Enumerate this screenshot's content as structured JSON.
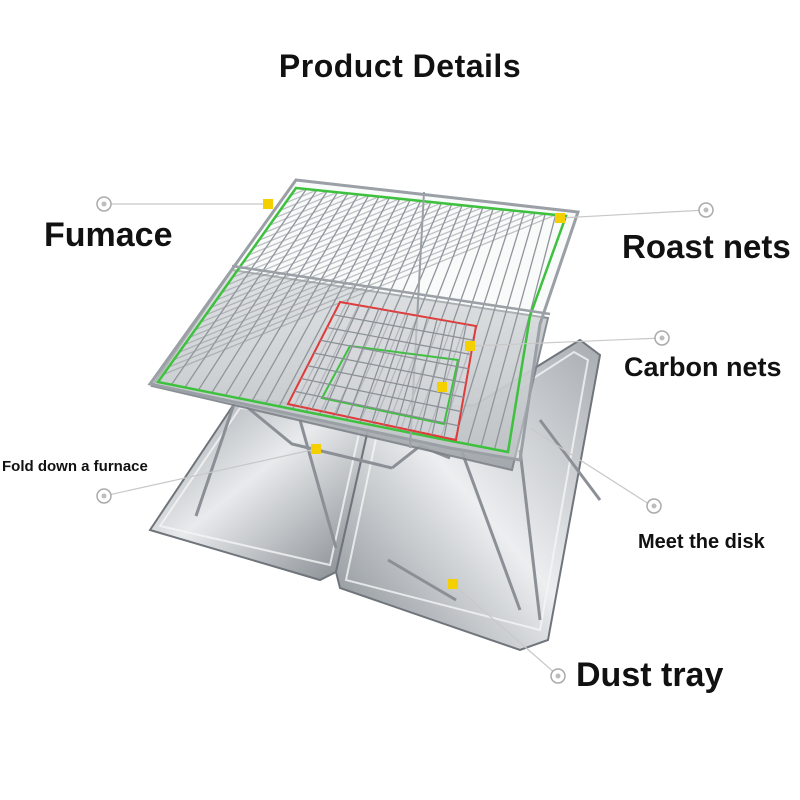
{
  "title": "Product Details",
  "labels": {
    "furnace": "Fumace",
    "roast_nets": "Roast nets",
    "carbon_nets": "Carbon nets",
    "fold_down": "Fold down a furnace",
    "meet_disk": "Meet the disk",
    "dust_tray": "Dust tray"
  },
  "colors": {
    "marker": "#f5d000",
    "roast_outline": "#3ec13e",
    "carbon_outline": "#e03a3a",
    "steel": "#b8bcc0",
    "leader": "#c8c8c8"
  }
}
